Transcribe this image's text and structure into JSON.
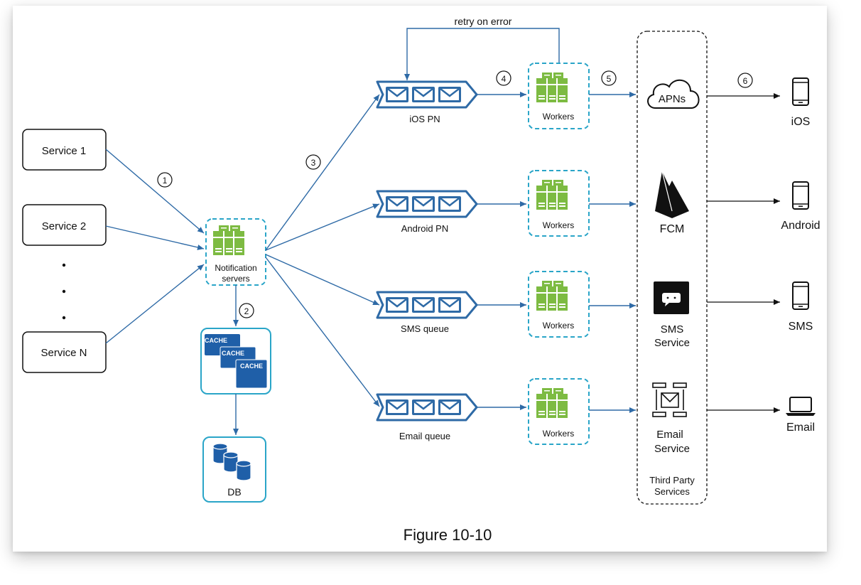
{
  "services": [
    {
      "label": "Service 1"
    },
    {
      "label": "Service 2"
    },
    {
      "label": "Service N"
    }
  ],
  "notification_servers": {
    "line1": "Notification",
    "line2": "servers"
  },
  "cache": {
    "labels": [
      "CACHE",
      "CACHE",
      "CACHE"
    ]
  },
  "db": {
    "label": "DB"
  },
  "queues": [
    {
      "label": "iOS PN"
    },
    {
      "label": "Android PN"
    },
    {
      "label": "SMS queue"
    },
    {
      "label": "Email queue"
    }
  ],
  "workers_label": "Workers",
  "retry_label": "retry on error",
  "steps": [
    "1",
    "2",
    "3",
    "4",
    "5",
    "6"
  ],
  "third_party": {
    "apns": "APNs",
    "fcm": "FCM",
    "sms": {
      "line1": "SMS",
      "line2": "Service"
    },
    "email": {
      "line1": "Email",
      "line2": "Service"
    },
    "group": {
      "line1": "Third Party",
      "line2": "Services"
    }
  },
  "devices": [
    {
      "label": "iOS"
    },
    {
      "label": "Android"
    },
    {
      "label": "SMS"
    },
    {
      "label": "Email"
    }
  ],
  "figure_caption": "Figure 10-10",
  "colors": {
    "arrow": "#2e6aa6",
    "queue": "#2e6aa6",
    "server_green": "#7dbb42",
    "dashed": "#2aa5c8",
    "cache_blue": "#1f5fa8"
  }
}
